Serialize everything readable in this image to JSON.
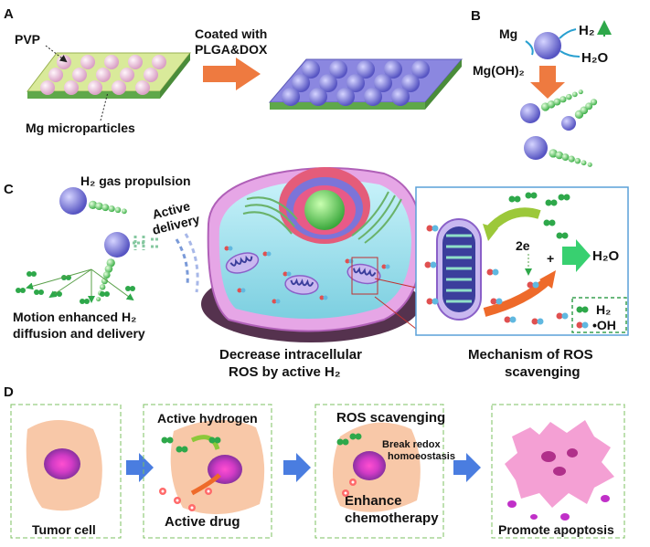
{
  "panels": {
    "a": "A",
    "b": "B",
    "c": "C",
    "d": "D"
  },
  "panel_a": {
    "pvp": "PVP",
    "mg_microparticles": "Mg microparticles",
    "coated_line1": "Coated with",
    "coated_line2": "PLGA&DOX"
  },
  "panel_b": {
    "mg": "Mg",
    "h2": "H₂",
    "h2o": "H₂O",
    "mgoh2": "Mg(OH)₂"
  },
  "panel_c": {
    "propulsion": "H₂ gas propulsion",
    "active_delivery_1": "Active",
    "active_delivery_2": "delivery",
    "motion_1": "Motion enhanced H₂",
    "motion_2": "diffusion and delivery",
    "decrease_1": "Decrease intracellular",
    "decrease_2": "ROS by active H₂",
    "electrons": "2e",
    "plus": "+",
    "h2o": "H₂O",
    "legend_h2": "H₂",
    "legend_oh": "•OH",
    "mech_1": "Mechanism of ROS",
    "mech_2": "scavenging"
  },
  "panel_d": {
    "tumor_cell": "Tumor cell",
    "active_hydrogen": "Active hydrogen",
    "active_drug": "Active drug",
    "ros_scavenging": "ROS scavenging",
    "break_1": "Break redox",
    "break_2": "homoeostasis",
    "enhance_1": "Enhance",
    "enhance_2": "chemotherapy",
    "promote": "Promote apoptosis"
  },
  "colors": {
    "pvp_particle": "#f2c6dc",
    "coated_particle": "#8f8ee8",
    "substrate_a": "#d9ea9a",
    "substrate_b": "#8b87e0",
    "arrow_orange": "#ee7a40",
    "h2_green": "#2ea84a",
    "cell_membrane": "#e6a6e6",
    "cytoplasm": "#9fe0ec",
    "tumor_fill": "#f8c8a8",
    "nucleus": "#7a3a9a",
    "apoptosis": "#f4a0d4",
    "blue_arrow": "#4a7de0"
  }
}
